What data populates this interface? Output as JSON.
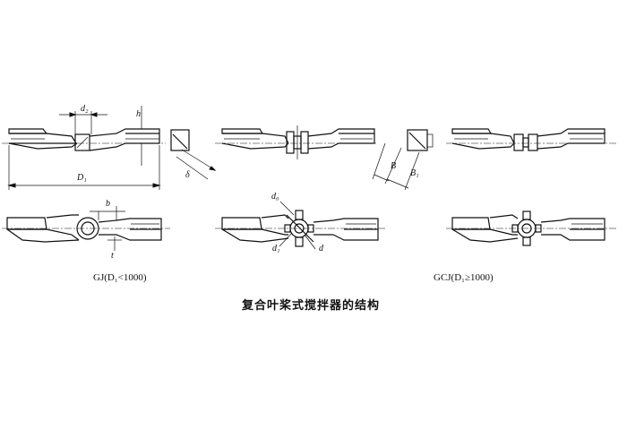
{
  "figure": {
    "title": "复合叶桨式搅拌器的结构",
    "captions": {
      "gj": "GJ(D₁<1000)",
      "gcj": "GCJ(D₁≥1000)"
    },
    "dimension_labels": {
      "d2": "d₂",
      "h": "h",
      "D1": "D₁",
      "delta": "δ",
      "b": "b",
      "t": "t",
      "B": "B",
      "B1": "B₁",
      "d0": "d₀",
      "d1": "d₁",
      "d": "d"
    }
  }
}
